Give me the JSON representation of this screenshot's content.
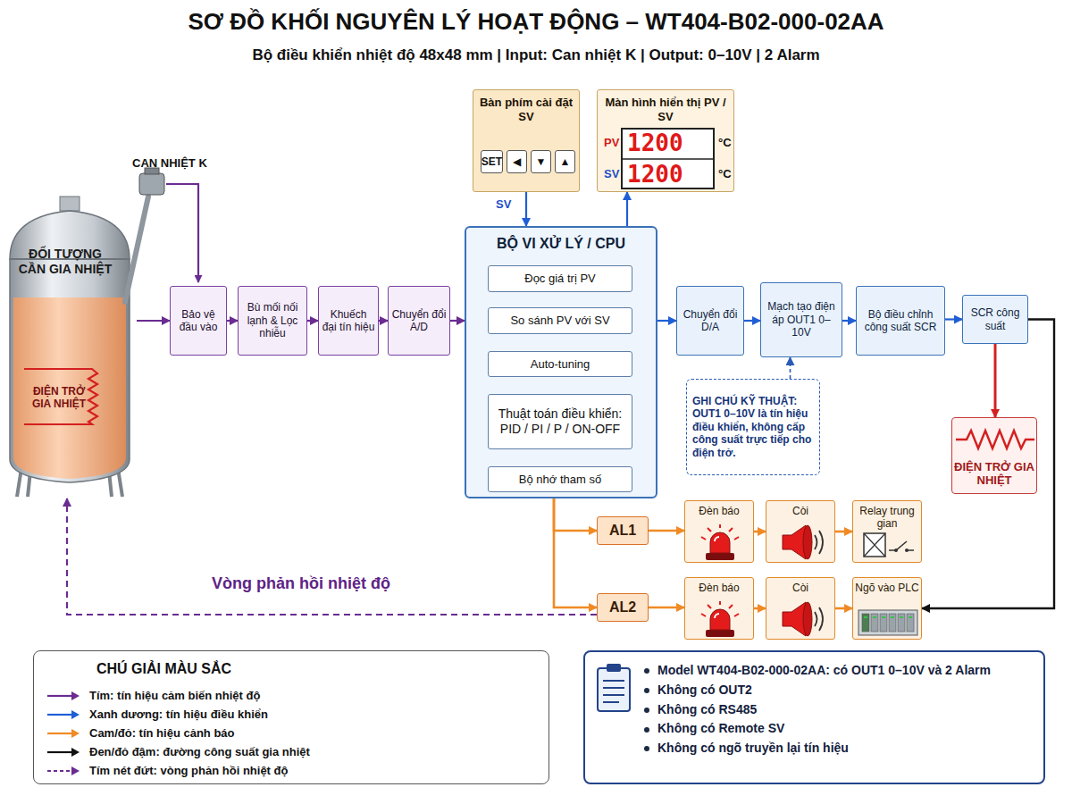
{
  "diagram": {
    "title": "SƠ ĐỒ KHỐI NGUYÊN LÝ HOẠT ĐỘNG – WT404-B02-000-02AA",
    "caption": "Bộ điều khiển nhiệt độ 48x48 mm | Input: Can nhiệt K | Output: 0–10V | 2 Alarm",
    "nodes": [
      {
        "text": [
          "ĐỐI TƯỢNG CẦN GIA NHIỆT"
        ]
      },
      {
        "text": [
          "ĐIỆN TRỞ GIA NHIỆT"
        ],
        "in": 0
      },
      {
        "text": [
          "Bàn phím cài đặt SV"
        ]
      },
      {
        "text": [
          "SET"
        ],
        "in": 2
      },
      {
        "text": [
          "◀"
        ],
        "in": 2
      },
      {
        "text": [
          "▼"
        ],
        "in": 2
      },
      {
        "text": [
          "▲"
        ],
        "in": 2
      },
      {
        "text": [
          "Màn hình hiển thị PV / SV"
        ]
      },
      {
        "text": [
          "Bảo vệ đầu vào"
        ]
      },
      {
        "text": [
          "Bù mối nối lạnh & Lọc nhiễu"
        ]
      },
      {
        "text": [
          "Khuếch đại tín hiệu"
        ]
      },
      {
        "text": [
          "Chuyển đổi A/D"
        ]
      },
      {
        "text": [
          "BỘ VI XỬ LÝ / CPU"
        ]
      },
      {
        "text": [
          "Đọc giá trị PV"
        ],
        "in": 12
      },
      {
        "text": [
          "So sánh PV với SV"
        ],
        "in": 12
      },
      {
        "text": [
          "Auto-tuning"
        ],
        "in": 12
      },
      {
        "text": [
          "Thuật toán điều khiển: PID / PI / P / ON-OFF"
        ],
        "in": 12
      },
      {
        "text": [
          "Bộ nhớ tham số"
        ],
        "in": 12
      },
      {
        "text": [
          "Chuyển đổi D/A"
        ]
      },
      {
        "text": [
          "Mạch tạo điện áp OUT1 0–10V"
        ]
      },
      {
        "text": [
          "Bộ điều chỉnh công suất SCR"
        ]
      },
      {
        "text": [
          "SCR công suất"
        ]
      },
      {
        "text": [
          "GHI CHÚ KỸ THUẬT: OUT1 0–10V là tín hiệu điều khiển, không cấp công suất trực tiếp cho điện trở."
        ]
      },
      {
        "text": [
          "ĐIỆN TRỞ GIA NHIỆT"
        ]
      },
      {
        "text": [
          "AL1"
        ]
      },
      {
        "text": [
          "Đèn báo"
        ]
      },
      {
        "text": [
          "Còi"
        ]
      },
      {
        "text": [
          "Relay trung gian"
        ]
      },
      {
        "text": [
          "AL2"
        ]
      },
      {
        "text": [
          "Đèn báo"
        ]
      },
      {
        "text": [
          "Còi"
        ]
      },
      {
        "text": [
          "Ngõ vào PLC"
        ]
      },
      {
        "text": [
          "CHÚ GIẢI MÀU SẮC"
        ]
      },
      {
        "text": [
          "Model WT404-B02-000-02AA: có OUT1 0–10V và 2 Alarm",
          "Không có OUT2",
          "Không có RS485",
          "Không có Remote SV",
          "Không có ngõ truyền lại tín hiệu"
        ]
      }
    ],
    "edges": [
      {
        "from": 0,
        "to": 8,
        "arrow": "to"
      },
      {
        "from": 8,
        "to": 9,
        "arrow": "to"
      },
      {
        "from": 9,
        "to": 10,
        "arrow": "to"
      },
      {
        "from": 10,
        "to": 11,
        "arrow": "to"
      },
      {
        "from": 11,
        "to": 12,
        "arrow": "to"
      },
      {
        "from": 2,
        "to": 12,
        "label": "SV",
        "arrow": "to"
      },
      {
        "from": 12,
        "to": 7,
        "arrow": "to"
      },
      {
        "from": 13,
        "to": 14,
        "arrow": "to"
      },
      {
        "from": 14,
        "to": 15,
        "arrow": "to"
      },
      {
        "from": 15,
        "to": 16,
        "arrow": "to"
      },
      {
        "from": 16,
        "to": 17,
        "arrow": "both"
      },
      {
        "from": 12,
        "to": 18,
        "arrow": "to"
      },
      {
        "from": 18,
        "to": 19,
        "arrow": "to"
      },
      {
        "from": 19,
        "to": 20,
        "arrow": "to"
      },
      {
        "from": 20,
        "to": 21,
        "arrow": "to"
      },
      {
        "from": 22,
        "to": 19,
        "arrow": "to"
      },
      {
        "from": 21,
        "to": 23,
        "arrow": "to"
      },
      {
        "from": 21,
        "to": 31,
        "arrow": "to"
      },
      {
        "from": 12,
        "to": 24,
        "arrow": "to"
      },
      {
        "from": 12,
        "to": 28,
        "arrow": "to"
      },
      {
        "from": 24,
        "to": 25,
        "arrow": "to"
      },
      {
        "from": 25,
        "to": 26,
        "arrow": "to"
      },
      {
        "from": 26,
        "to": 27,
        "arrow": "to"
      },
      {
        "from": 28,
        "to": 29,
        "arrow": "to"
      },
      {
        "from": 29,
        "to": 30,
        "arrow": "to"
      },
      {
        "from": 30,
        "to": 31,
        "arrow": "to"
      },
      {
        "from": 28,
        "to": 0,
        "label": "Vòng phản hồi nhiệt độ",
        "arrow": "to"
      }
    ],
    "labels": [
      "CAN NHIỆT K",
      "PV",
      "1200",
      "°C",
      "SV",
      "1200",
      "°C"
    ],
    "legend": [
      {
        "text": "Tím: tín hiệu cảm biến nhiệt độ"
      },
      {
        "text": "Xanh dương: tín hiệu điều khiển"
      },
      {
        "text": "Cam/đỏ: tín hiệu cảnh báo"
      },
      {
        "text": "Đen/đỏ đậm: đường công suất gia nhiệt"
      },
      {
        "text": "Tím nét đứt: vòng phản hồi nhiệt độ"
      }
    ]
  }
}
